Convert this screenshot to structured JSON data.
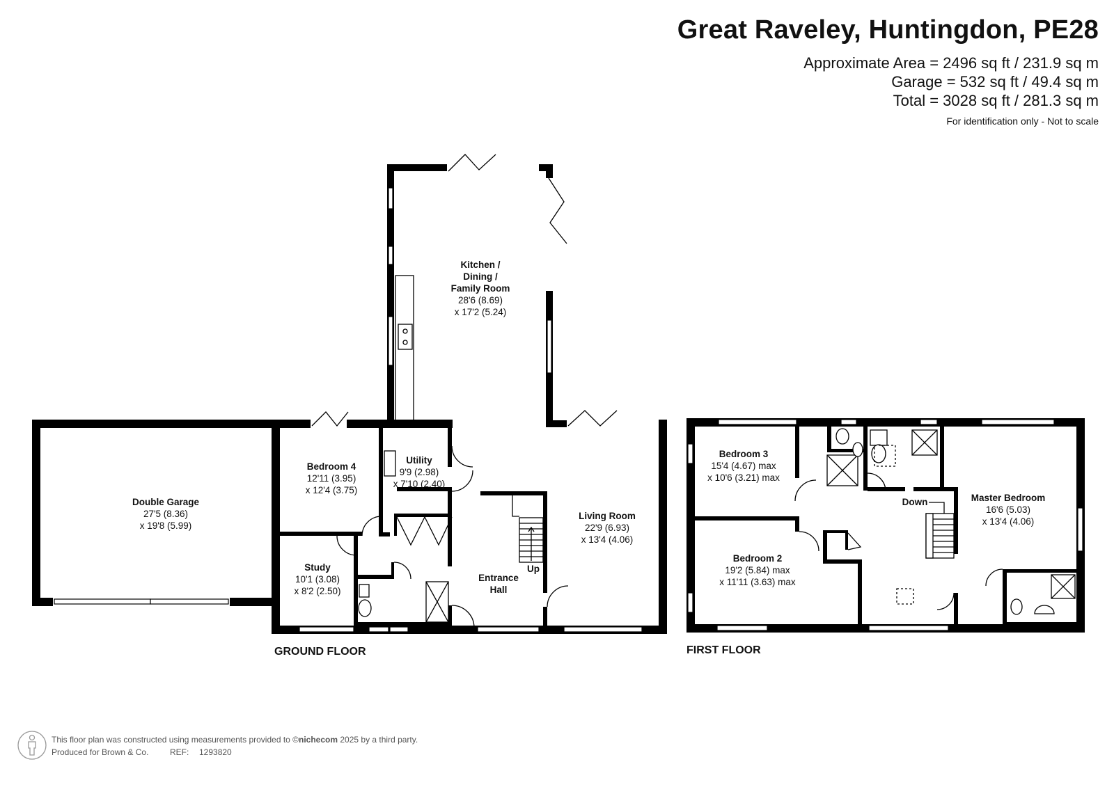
{
  "header": {
    "title": "Great Raveley, Huntingdon, PE28",
    "area_approx": "Approximate Area = 2496 sq ft / 231.9 sq m",
    "area_garage": "Garage = 532 sq ft / 49.4 sq m",
    "area_total": "Total = 3028 sq ft / 281.3 sq m",
    "disclaimer": "For identification only - Not to scale"
  },
  "ground_floor": {
    "label": "GROUND FLOOR",
    "rooms": {
      "kitchen": {
        "name1": "Kitchen /",
        "name2": "Dining /",
        "name3": "Family Room",
        "dim1": "28'6 (8.69)",
        "dim2": "x 17'2 (5.24)"
      },
      "garage": {
        "name": "Double Garage",
        "dim1": "27'5 (8.36)",
        "dim2": "x 19'8 (5.99)"
      },
      "bedroom4": {
        "name": "Bedroom 4",
        "dim1": "12'11 (3.95)",
        "dim2": "x 12'4 (3.75)"
      },
      "utility": {
        "name": "Utility",
        "dim1": "9'9 (2.98)",
        "dim2": "x 7'10 (2.40)"
      },
      "living": {
        "name": "Living Room",
        "dim1": "22'9 (6.93)",
        "dim2": "x 13'4 (4.06)"
      },
      "study": {
        "name": "Study",
        "dim1": "10'1 (3.08)",
        "dim2": "x 8'2 (2.50)"
      },
      "hall": {
        "name1": "Entrance",
        "name2": "Hall"
      }
    },
    "stairs_label": "Up"
  },
  "first_floor": {
    "label": "FIRST FLOOR",
    "rooms": {
      "bedroom3": {
        "name": "Bedroom 3",
        "dim1": "15'4 (4.67) max",
        "dim2": "x 10'6 (3.21) max"
      },
      "bedroom2": {
        "name": "Bedroom 2",
        "dim1": "19'2 (5.84) max",
        "dim2": "x 11'11 (3.63) max"
      },
      "master": {
        "name": "Master Bedroom",
        "dim1": "16'6 (5.03)",
        "dim2": "x 13'4 (4.06)"
      }
    },
    "stairs_label": "Down"
  },
  "footer": {
    "line1a": "This floor plan was constructed using measurements provided to ",
    "brand": "nichecom",
    "line1b": " 2025 by a third party.",
    "produced": "Produced for Brown & Co.",
    "ref_label": "REF:",
    "ref_value": "1293820"
  },
  "icons": [
    "person-logo-icon",
    "copyright-icon",
    "sink-icon",
    "toilet-icon",
    "shower-icon",
    "stairs-icon",
    "door-swing-icon",
    "skylight-icon"
  ]
}
